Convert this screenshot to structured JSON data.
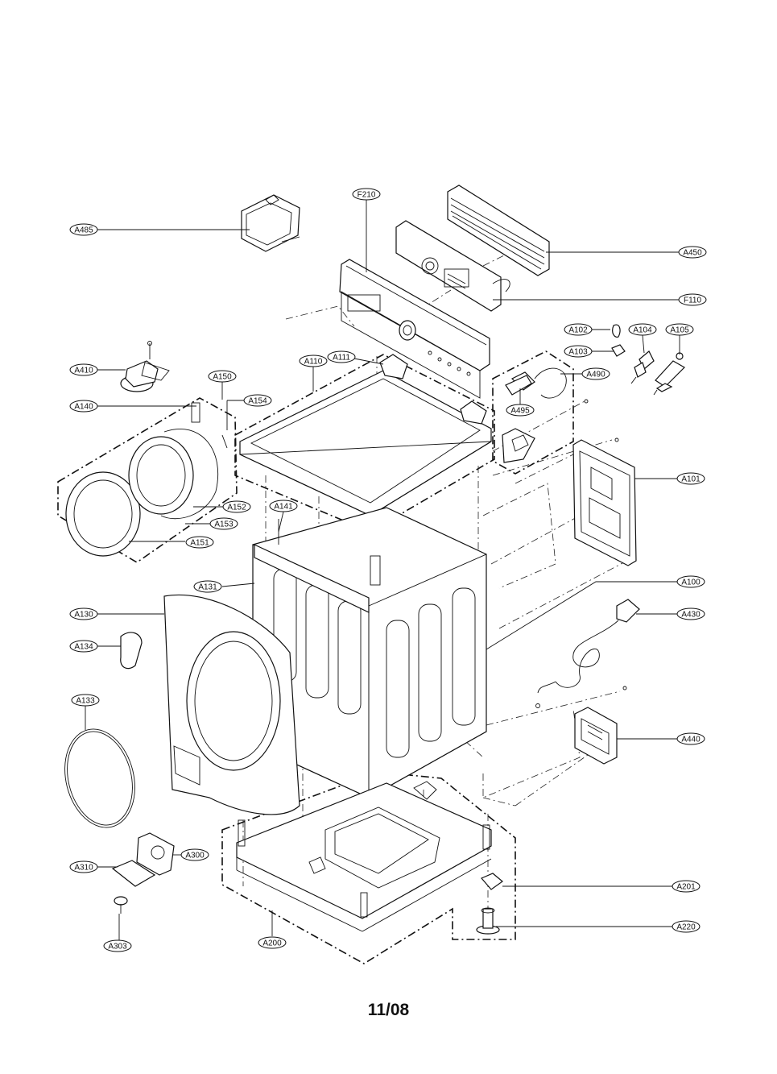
{
  "footer": {
    "page_code": "11/08"
  },
  "callouts": [
    {
      "id": "A485"
    },
    {
      "id": "F210"
    },
    {
      "id": "A450"
    },
    {
      "id": "F110"
    },
    {
      "id": "A102"
    },
    {
      "id": "A104"
    },
    {
      "id": "A105"
    },
    {
      "id": "A103"
    },
    {
      "id": "A410"
    },
    {
      "id": "A111"
    },
    {
      "id": "A110"
    },
    {
      "id": "A150"
    },
    {
      "id": "A490"
    },
    {
      "id": "A140"
    },
    {
      "id": "A154"
    },
    {
      "id": "A495"
    },
    {
      "id": "A101"
    },
    {
      "id": "A152"
    },
    {
      "id": "A141"
    },
    {
      "id": "A153"
    },
    {
      "id": "A151"
    },
    {
      "id": "A131"
    },
    {
      "id": "A100"
    },
    {
      "id": "A130"
    },
    {
      "id": "A430"
    },
    {
      "id": "A134"
    },
    {
      "id": "A133"
    },
    {
      "id": "A440"
    },
    {
      "id": "A300"
    },
    {
      "id": "A310"
    },
    {
      "id": "A201"
    },
    {
      "id": "A303"
    },
    {
      "id": "A200"
    },
    {
      "id": "A220"
    }
  ]
}
